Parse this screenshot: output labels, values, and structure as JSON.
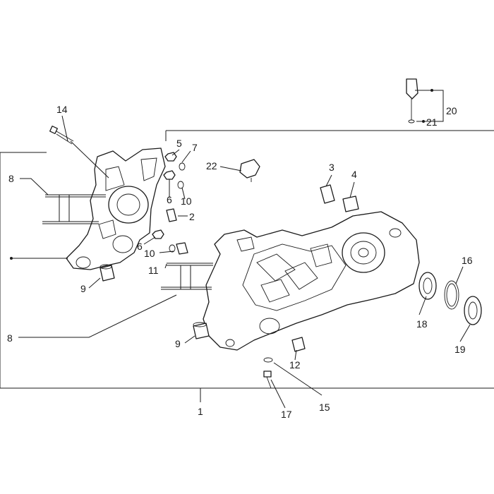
{
  "labels": {
    "l1": "1",
    "l2": "2",
    "l3": "3",
    "l4": "4",
    "l5": "5",
    "l6a": "6",
    "l6b": "6",
    "l7": "7",
    "l8a": "8",
    "l8b": "8",
    "l9a": "9",
    "l9b": "9",
    "l10a": "10",
    "l10b": "10",
    "l11": "11",
    "l12": "12",
    "l14": "14",
    "l15": "15",
    "l16": "16",
    "l17": "17",
    "l18": "18",
    "l19": "19",
    "l20": "20",
    "l21": "21",
    "l22": "22"
  },
  "colors": {
    "ink": "#1a1a1a",
    "background": "#ffffff"
  }
}
